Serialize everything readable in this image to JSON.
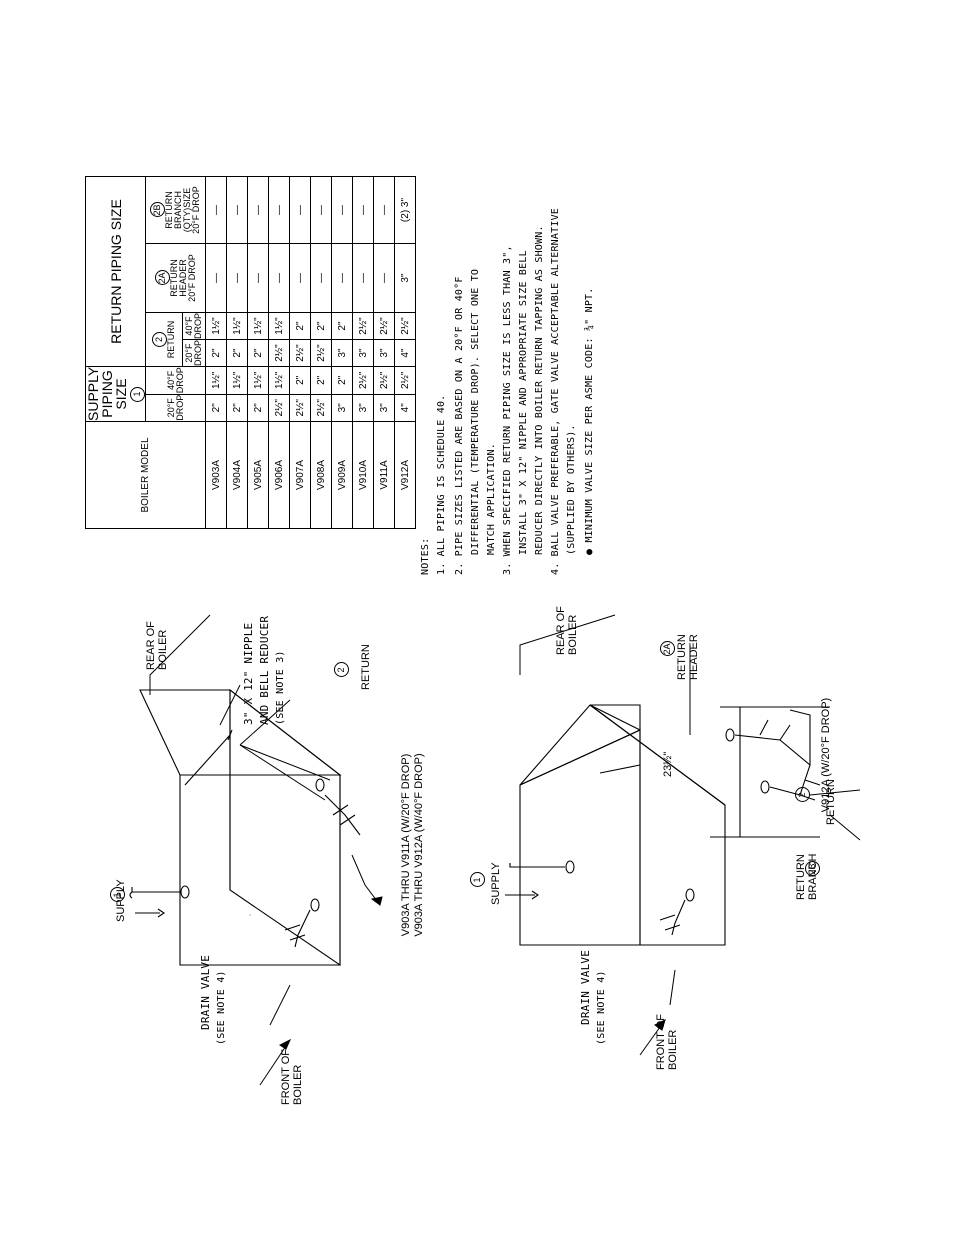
{
  "table": {
    "title_supply": "SUPPLY PIPING SIZE",
    "supply_circle": "1",
    "title_return": "RETURN PIPING SIZE",
    "col_model": "BOILER MODEL",
    "return_circle": "2",
    "return_label": "RETURN",
    "header_circle": "2A",
    "header_label": "RETURN HEADER",
    "branch_circle": "2B",
    "branch_label": "RETURN BRANCH (QTY)SIZE",
    "drop20": "20°F DROP",
    "drop40": "40°F DROP",
    "rows": [
      {
        "model": "V903A",
        "s20": "2\"",
        "s40": "1½\"",
        "r20": "2\"",
        "r40": "1½\"",
        "h20": "—",
        "b20": "—"
      },
      {
        "model": "V904A",
        "s20": "2\"",
        "s40": "1½\"",
        "r20": "2\"",
        "r40": "1½\"",
        "h20": "—",
        "b20": "—"
      },
      {
        "model": "V905A",
        "s20": "2\"",
        "s40": "1½\"",
        "r20": "2\"",
        "r40": "1½\"",
        "h20": "—",
        "b20": "—"
      },
      {
        "model": "V906A",
        "s20": "2½\"",
        "s40": "1½\"",
        "r20": "2½\"",
        "r40": "1½\"",
        "h20": "—",
        "b20": "—"
      },
      {
        "model": "V907A",
        "s20": "2½\"",
        "s40": "2\"",
        "r20": "2½\"",
        "r40": "2\"",
        "h20": "—",
        "b20": "—"
      },
      {
        "model": "V908A",
        "s20": "2½\"",
        "s40": "2\"",
        "r20": "2½\"",
        "r40": "2\"",
        "h20": "—",
        "b20": "—"
      },
      {
        "model": "V909A",
        "s20": "3\"",
        "s40": "2\"",
        "r20": "3\"",
        "r40": "2\"",
        "h20": "—",
        "b20": "—"
      },
      {
        "model": "V910A",
        "s20": "3\"",
        "s40": "2½\"",
        "r20": "3\"",
        "r40": "2½\"",
        "h20": "—",
        "b20": "—"
      },
      {
        "model": "V911A",
        "s20": "3\"",
        "s40": "2½\"",
        "r20": "3\"",
        "r40": "2½\"",
        "h20": "—",
        "b20": "—"
      },
      {
        "model": "V912A",
        "s20": "4\"",
        "s40": "2½\"",
        "r20": "4\"",
        "r40": "2½\"",
        "h20": "3\"",
        "b20": "(2)  3\""
      }
    ]
  },
  "notes": {
    "title": "NOTES:",
    "n1": "1.  ALL PIPING IS SCHEDULE 40.",
    "n2a": "2.  PIPE SIZES LISTED ARE BASED ON A 20°F OR 40°F",
    "n2b": "DIFFERENTIAL (TEMPERATURE DROP). SELECT ONE TO",
    "n2c": "MATCH APPLICATION.",
    "n3a": "3.  WHEN SPECIFIED RETURN PIPING SIZE IS LESS THAN 3\",",
    "n3b": "INSTALL 3\" X 12\" NIPPLE AND APPROPRIATE SIZE BELL",
    "n3c": "REDUCER DIRECTLY INTO BOILER RETURN TAPPING AS SHOWN.",
    "n4a": "4.  BALL VALVE PREFERABLE, GATE VALVE ACCEPTABLE ALTERNATIVE",
    "n4b": "(SUPPLIED BY OTHERS).",
    "n5": "●  MINIMUM VALVE SIZE PER ASME CODE: ¾\" NPT."
  },
  "fig1": {
    "caption1": "V903A THRU V911A (W/20°F DROP)",
    "caption2": "V903A THRU V912A (W/40°F DROP)",
    "rear": "REAR OF BOILER",
    "nipple1": "3\" X 12\" NIPPLE",
    "nipple2": "AND BELL REDUCER",
    "nipple3": "(SEE NOTE 3)",
    "return": "RETURN",
    "return_circle": "2",
    "supply": "SUPPLY",
    "supply_circle": "1",
    "drain1": "DRAIN VALVE",
    "drain2": "(SEE NOTE 4)",
    "front": "FRONT OF BOILER"
  },
  "fig2": {
    "caption": "V912A (W/20°F DROP)",
    "rear": "REAR OF BOILER",
    "header_circle": "2A",
    "header": "RETURN HEADER",
    "return_circle": "2",
    "return": "RETURN",
    "dim": "23½\"",
    "branch_circle": "2B",
    "branch": "RETURN BRANCH",
    "supply_circle": "1",
    "supply": "SUPPLY",
    "drain1": "DRAIN VALVE",
    "drain2": "(SEE NOTE 4)",
    "front": "FRONT OF BOILER"
  }
}
